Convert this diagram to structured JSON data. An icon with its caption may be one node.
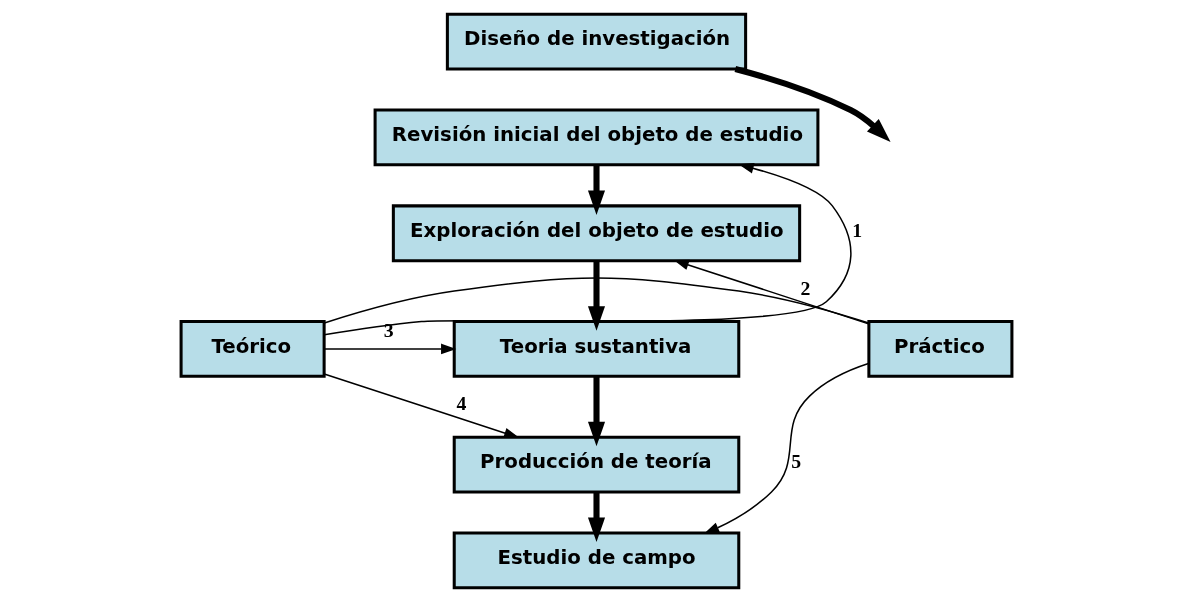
{
  "diagram": {
    "nodes": [
      {
        "text": [
          "Diseño de investigación"
        ]
      },
      {
        "text": [
          "Revisión inicial del objeto de estudio"
        ]
      },
      {
        "text": [
          "Exploración del objeto de estudio"
        ]
      },
      {
        "text": [
          "Teoria sustantiva"
        ]
      },
      {
        "text": [
          "Producción de teoría"
        ]
      },
      {
        "text": [
          "Estudio de campo"
        ]
      },
      {
        "text": [
          "Teórico"
        ]
      },
      {
        "text": [
          "Práctico"
        ]
      }
    ],
    "edges": [
      {
        "from": 0,
        "to": null,
        "arrow": "to",
        "style": "thick"
      },
      {
        "from": 6,
        "to": 7,
        "arrow": "none"
      },
      {
        "from": 6,
        "to": 1,
        "arrow": "to",
        "label": "1"
      },
      {
        "from": 7,
        "to": 2,
        "arrow": "to",
        "label": "2"
      },
      {
        "from": 6,
        "to": 3,
        "arrow": "to",
        "label": "3"
      },
      {
        "from": 6,
        "to": 4,
        "arrow": "to",
        "label": "4"
      },
      {
        "from": 7,
        "to": 5,
        "arrow": "to",
        "label": "5"
      },
      {
        "from": 1,
        "to": 2,
        "arrow": "to",
        "style": "thick"
      },
      {
        "from": 2,
        "to": 3,
        "arrow": "to",
        "style": "thick"
      },
      {
        "from": 3,
        "to": 4,
        "arrow": "to",
        "style": "thick"
      },
      {
        "from": 4,
        "to": 5,
        "arrow": "to",
        "style": "thick"
      }
    ]
  }
}
